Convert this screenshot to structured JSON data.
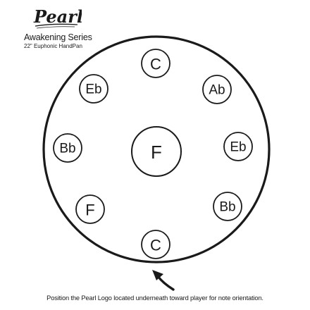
{
  "brand": {
    "logo_text": "Pearl"
  },
  "header": {
    "series": "Awakening Series",
    "model": "22\" Euphonic HandPan"
  },
  "handpan": {
    "center_note": "F",
    "tone_fields": [
      {
        "id": "top",
        "note": "C"
      },
      {
        "id": "upper-right",
        "note": "Ab"
      },
      {
        "id": "right",
        "note": "Eb"
      },
      {
        "id": "lower-right",
        "note": "Bb"
      },
      {
        "id": "bottom",
        "note": "C"
      },
      {
        "id": "lower-left",
        "note": "F"
      },
      {
        "id": "left",
        "note": "Bb"
      },
      {
        "id": "upper-left",
        "note": "Eb"
      }
    ]
  },
  "footer": {
    "note": "Position the Pearl Logo located underneath toward player for note orientation."
  },
  "colors": {
    "ink": "#1a1a1a",
    "background": "#ffffff"
  }
}
